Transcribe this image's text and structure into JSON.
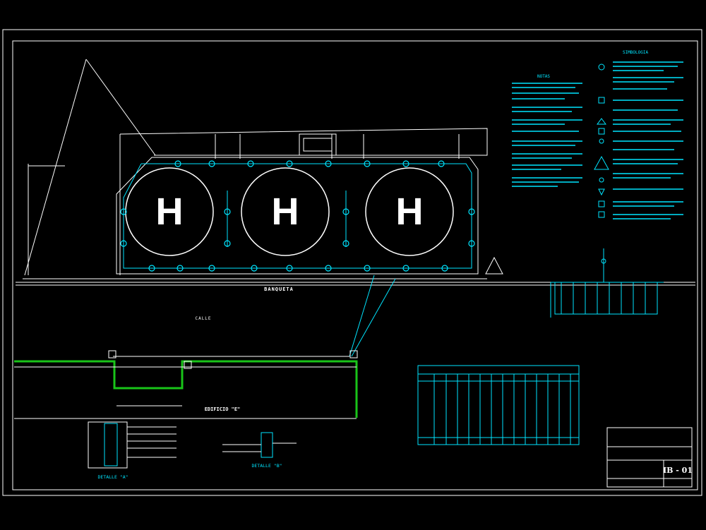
{
  "labels": {
    "banqueta": "BANQUETA",
    "calle": "CALLE",
    "edificio": "EDIFICIO \"E\"",
    "notas_title": "NOTAS",
    "simbologia_title": "SIMBOLOGIA",
    "detalle_a": "DETALLE \"A\"",
    "detalle_b": "DETALLE \"B\"",
    "sheet_code": "IB - 01"
  },
  "colors": {
    "outline": "#ffffff",
    "electric": "#00e5ff",
    "building": "#19c419",
    "background": "#000000"
  }
}
